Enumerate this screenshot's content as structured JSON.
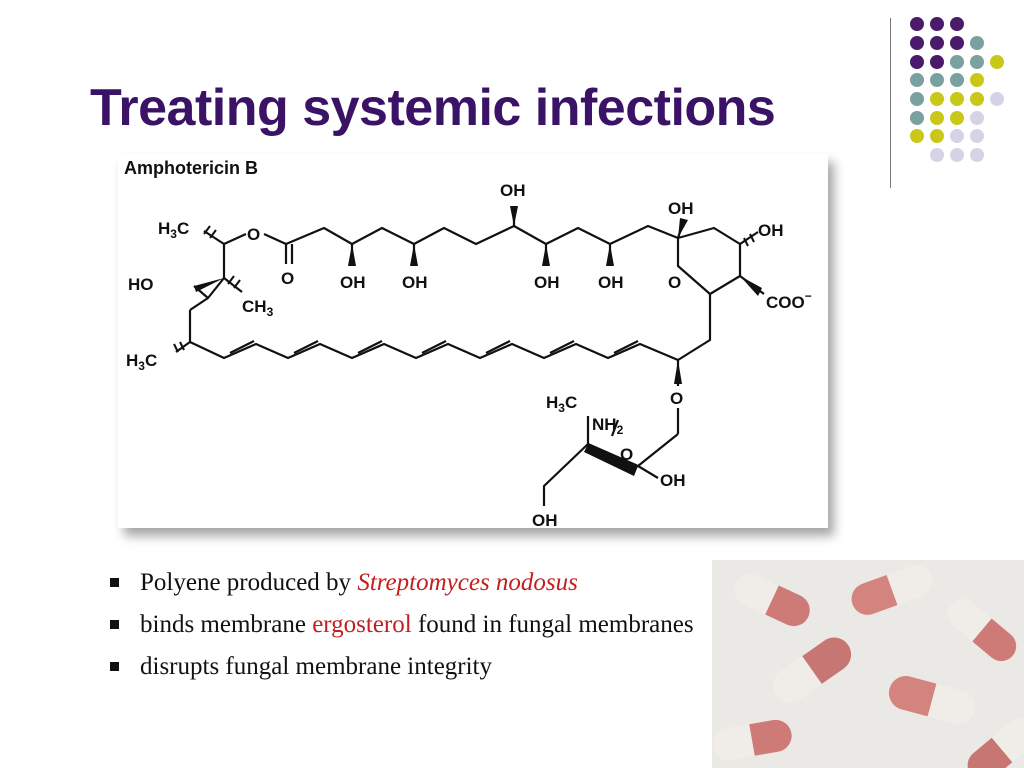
{
  "slide": {
    "title": "Treating systemic infections"
  },
  "figure": {
    "label": "Amphotericin B",
    "atoms": {
      "oh": "OH",
      "ho": "HO",
      "h3c_main": "H",
      "three": "3",
      "c": "C",
      "ch3_main": "CH",
      "o": "O",
      "coo": "COO",
      "minus": "−",
      "nh_main": "NH",
      "two": "2"
    }
  },
  "bullets": [
    {
      "text": "Polyene produced by ",
      "highlight": "Streptomyces nodosus",
      "rest": ""
    },
    {
      "text": " binds membrane ",
      "highlight": "ergosterol",
      "rest": " found in fungal membranes"
    },
    {
      "text": " disrupts fungal membrane integrity",
      "highlight": "",
      "rest": ""
    }
  ],
  "colors": {
    "title": "#3a1266",
    "purple_dot": "#4b1a6b",
    "teal_dot": "#7aa0a0",
    "yellow_dot": "#c9c81a",
    "lavender_dot": "#d6d3e6",
    "highlight_red": "#c41e1e"
  },
  "images": {
    "pills": "red-and-white-capsules-photo"
  }
}
